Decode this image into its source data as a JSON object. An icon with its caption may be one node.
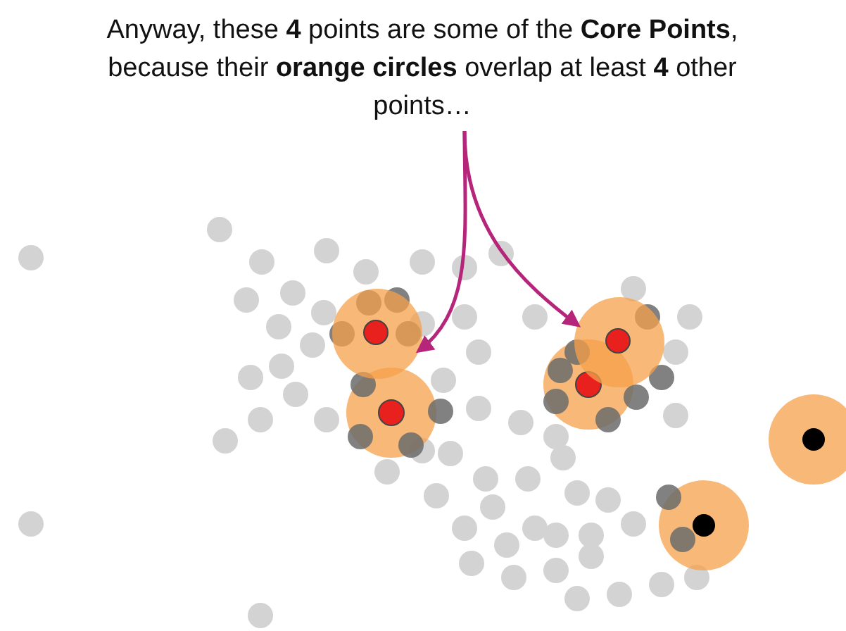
{
  "diagram": {
    "nodes": [
      {
        "text": [
          "Anyway, these **4** points are some of the **Core Points**, because their **orange circles** overlap at least **4** other points…"
        ]
      },
      {
        "text": [],
        "shape": "circle"
      },
      {
        "text": [],
        "shape": "circle"
      }
    ],
    "edges": [
      {
        "from": 0,
        "to": 1,
        "arrow": "to",
        "color": "#b5267a"
      },
      {
        "from": 0,
        "to": 2,
        "arrow": "to",
        "color": "#b5267a"
      }
    ]
  }
}
